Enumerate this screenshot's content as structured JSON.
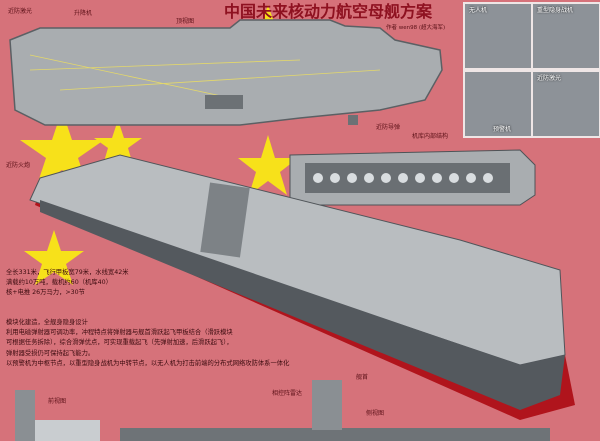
{
  "title": "中国未来核动力航空母舰方案",
  "author": "作者 wen98 (超大海军)",
  "labels": {
    "ciws_laser": "近防激光",
    "elevator": "升降机",
    "top_view": "顶视图",
    "ciws_missile": "近防导弹",
    "hangar_structure": "机库内部结构",
    "ciws_gun": "近防火炮",
    "front_view": "前视图",
    "phased_radar": "相控阵雷达",
    "side_view": "侧视图",
    "bow": "舰首"
  },
  "specs": [
    "全长331米，飞行甲板宽79米，水线宽42米",
    "满载约10万吨，载机约60（机库40）",
    "核+电推 26万马力，>30节"
  ],
  "description": [
    "模块化建造，全舰身隐身设计",
    "利用电磁弹射器可调功率，冲程特点将弹射器与舰首滑跃起飞甲板结合（滑跃模块",
    "可根据任务拆除），综合滑弹优点，可实现重载起飞（先弹射加速，后滑跃起飞），",
    "弹射器受损仍可保持起飞能力。",
    "以预警机为中枢节点，以重型隐身战机为中转节点，以无人机为打击前端的分布式网络攻防体系一体化"
  ],
  "thumbnails": [
    {
      "caption": "无人机"
    },
    {
      "caption": "重型隐身战机"
    },
    {
      "caption": "预警机"
    },
    {
      "caption": "近防激光"
    }
  ],
  "colors": {
    "background": "#d6727a",
    "star": "#f7e11a",
    "hull": "#b0141c",
    "deck": "#a9adb0"
  }
}
